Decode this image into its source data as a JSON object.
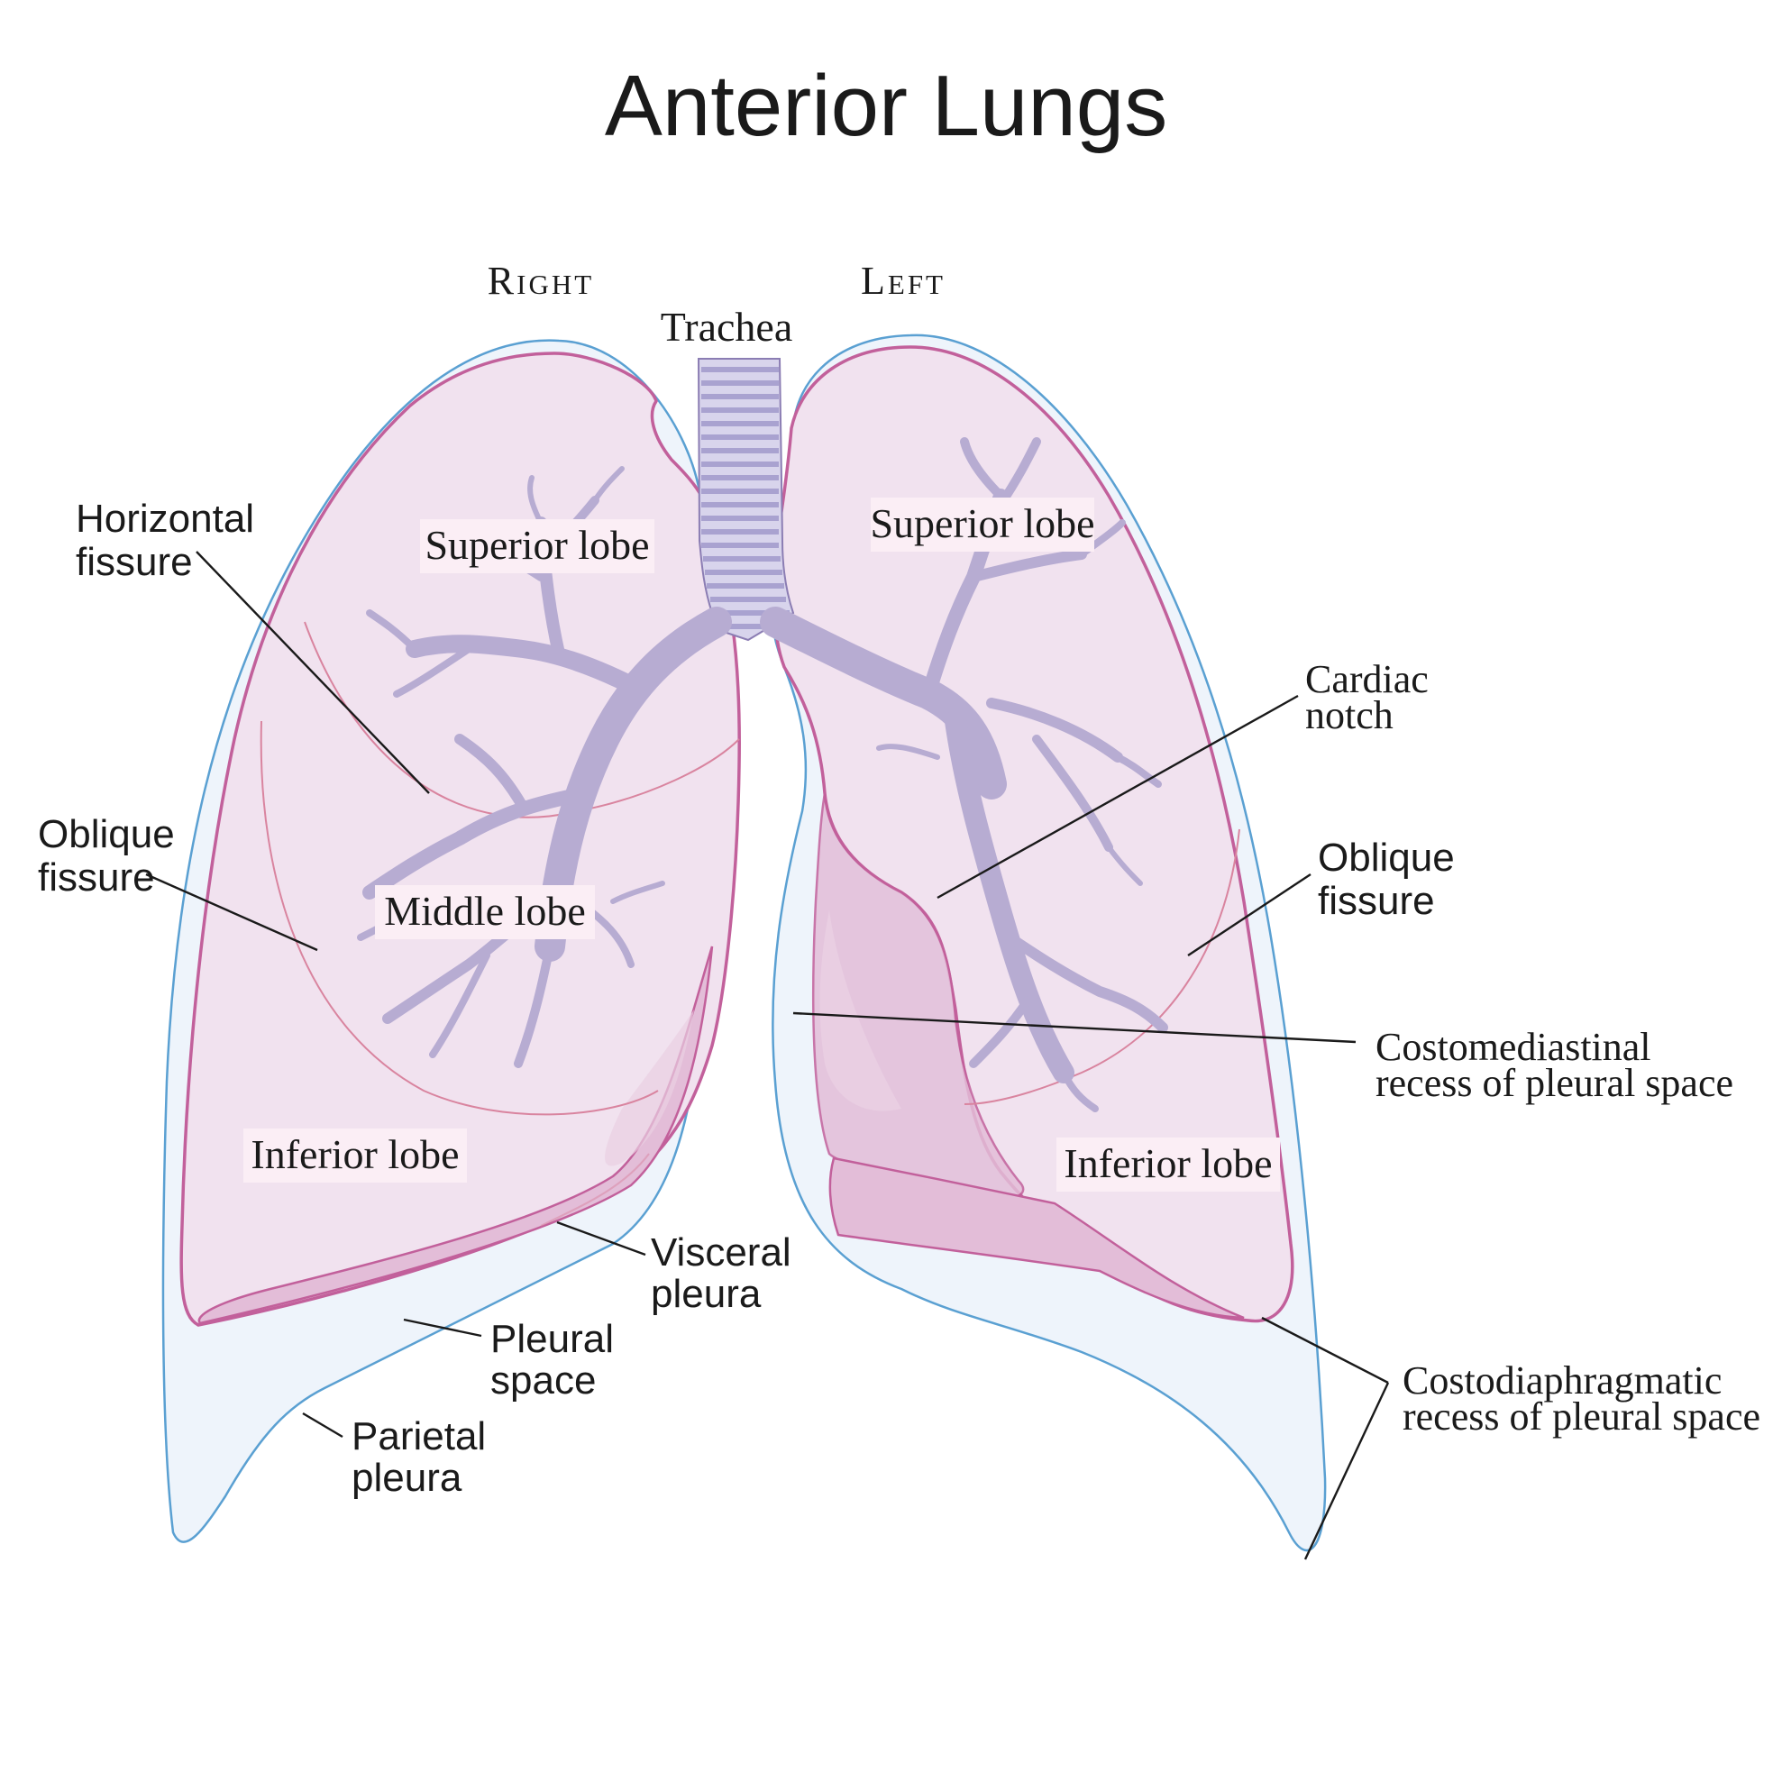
{
  "title": "Anterior Lungs",
  "sides": {
    "right": "Right",
    "left": "Left"
  },
  "structures": {
    "trachea": "Trachea",
    "right_superior_lobe": "Superior lobe",
    "right_middle_lobe": "Middle lobe",
    "right_inferior_lobe": "Inferior lobe",
    "left_superior_lobe": "Superior lobe",
    "left_inferior_lobe": "Inferior lobe"
  },
  "callouts": {
    "horizontal_fissure": [
      "Horizontal",
      "fissure"
    ],
    "oblique_fissure_right": [
      "Oblique",
      "fissure"
    ],
    "visceral_pleura": [
      "Visceral",
      "pleura"
    ],
    "pleural_space": [
      "Pleural",
      "space"
    ],
    "parietal_pleura": [
      "Parietal",
      "pleura"
    ],
    "cardiac_notch": [
      "Cardiac",
      "notch"
    ],
    "oblique_fissure_left": [
      "Oblique",
      "fissure"
    ],
    "costomediastinal_recess": [
      "Costomediastinal",
      "recess of pleural space"
    ],
    "costodiaphragmatic_recess": [
      "Costodiaphragmatic",
      "recess of pleural space"
    ]
  },
  "colors": {
    "lung_fill": "#f1e2ef",
    "lung_outline": "#c2609b",
    "pleura_fill": "#eef4fb",
    "pleura_outline": "#5aa0d2",
    "bronchi": "#b7acd2",
    "trachea_ring": "#a9a2d0"
  }
}
